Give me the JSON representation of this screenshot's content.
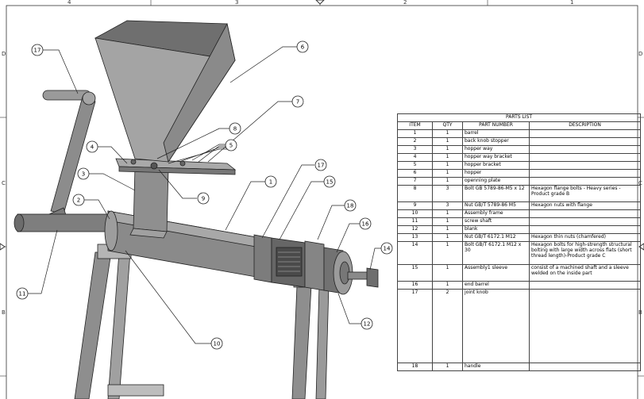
{
  "frame": {
    "columns": [
      "4",
      "3",
      "2",
      "1"
    ],
    "rows": [
      "D",
      "C",
      "B"
    ]
  },
  "balloons": [
    "1",
    "2",
    "3",
    "4",
    "5",
    "6",
    "7",
    "8",
    "9",
    "10",
    "11",
    "12",
    "14",
    "15",
    "16",
    "17",
    "17",
    "18"
  ],
  "parts_list": {
    "title": "PARTS LIST",
    "headers": {
      "item": "ITEM",
      "qty": "QTY",
      "part": "PART NUMBER",
      "desc": "DESCRIPTION"
    },
    "rows": [
      {
        "item": "1",
        "qty": "1",
        "part": "barrel",
        "desc": ""
      },
      {
        "item": "2",
        "qty": "1",
        "part": "back knob stopper",
        "desc": ""
      },
      {
        "item": "3",
        "qty": "1",
        "part": "hopper way",
        "desc": ""
      },
      {
        "item": "4",
        "qty": "1",
        "part": "hopper way bracket",
        "desc": ""
      },
      {
        "item": "5",
        "qty": "1",
        "part": "hopper bracket",
        "desc": ""
      },
      {
        "item": "6",
        "qty": "1",
        "part": "hopper",
        "desc": ""
      },
      {
        "item": "7",
        "qty": "1",
        "part": "openning plate",
        "desc": ""
      },
      {
        "item": "8",
        "qty": "3",
        "part": "Bolt GB 5789-86-M5 x 12",
        "desc": "Hexagon flange bolts - Heavy series - Product grade B"
      },
      {
        "item": "9",
        "qty": "3",
        "part": "Nut GB/T 5789-86 M5",
        "desc": "Hexagon nuts with flange"
      },
      {
        "item": "10",
        "qty": "1",
        "part": "Assembly frame",
        "desc": ""
      },
      {
        "item": "11",
        "qty": "1",
        "part": "screw shaft",
        "desc": ""
      },
      {
        "item": "12",
        "qty": "1",
        "part": "blank",
        "desc": ""
      },
      {
        "item": "13",
        "qty": "1",
        "part": "Nut GB/T 6172.1 M12",
        "desc": "Hexagon thin nuts (chamfered)"
      },
      {
        "item": "14",
        "qty": "1",
        "part": "Bolt GB/T 6172.1 M12 x 30",
        "desc": "Hexagon bolts for high-strength structural bolting with large width across flats (short thread length)-Product grade C"
      },
      {
        "item": "15",
        "qty": "1",
        "part": "Assembly1 sleeve",
        "desc": "consist of a machined shaft and a sleeve welded on the inside part"
      },
      {
        "item": "16",
        "qty": "1",
        "part": "end barrel",
        "desc": ""
      },
      {
        "item": "17",
        "qty": "2",
        "part": "joint knob",
        "desc": ""
      },
      {
        "item": "18",
        "qty": "1",
        "part": "handle",
        "desc": ""
      }
    ]
  }
}
